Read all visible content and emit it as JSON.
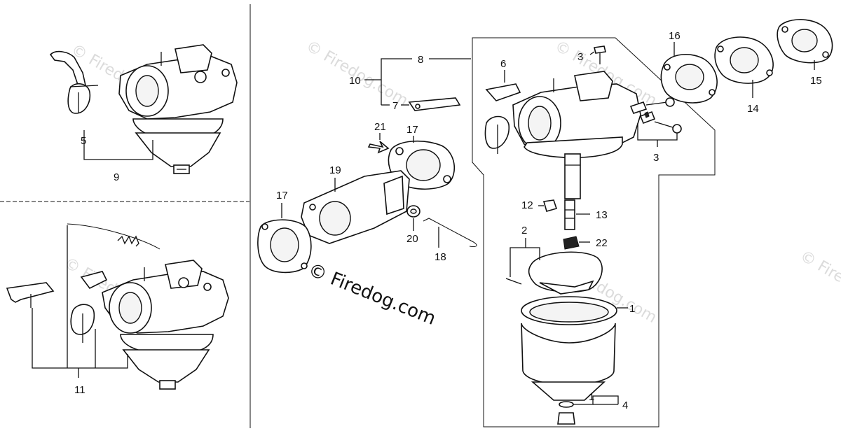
{
  "watermark": "© Firedog.com",
  "copyright": "© Firedog.com",
  "callouts": {
    "c1a": "1",
    "c1b": "1",
    "c2": "2",
    "c3a": "3",
    "c3b": "3",
    "c4": "4",
    "c5": "5",
    "c6": "6",
    "c7": "7",
    "c8": "8",
    "c9": "9",
    "c10": "10",
    "c11": "11",
    "c12": "12",
    "c13": "13",
    "c14": "14",
    "c15": "15",
    "c16": "16",
    "c17a": "17",
    "c17b": "17",
    "c18": "18",
    "c19": "19",
    "c20": "20",
    "c21": "21",
    "c22": "22"
  }
}
